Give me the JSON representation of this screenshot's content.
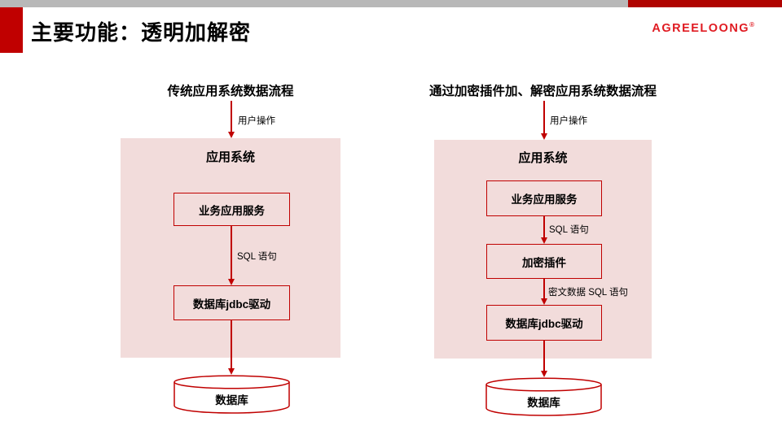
{
  "header": {
    "title": "主要功能：透明加解密",
    "logo_text": "AGREELOONG",
    "logo_mark": "®"
  },
  "colors": {
    "accent_red": "#c00000",
    "panel_pink": "#f2dcdb",
    "top_bar_gray": "#b8b8b8",
    "top_bar_red": "#b00300",
    "logo_red": "#e01b22"
  },
  "diagrams": [
    {
      "title": "传统应用系统数据流程",
      "input_label": "用户操作",
      "container_label": "应用系统",
      "boxes": [
        {
          "label": "业务应用服务"
        },
        {
          "label": "数据库jdbc驱动"
        }
      ],
      "edge_labels": [
        "SQL 语句"
      ],
      "database_label": "数据库"
    },
    {
      "title": "通过加密插件加、解密应用系统数据流程",
      "input_label": "用户操作",
      "container_label": "应用系统",
      "boxes": [
        {
          "label": "业务应用服务"
        },
        {
          "label": "加密插件"
        },
        {
          "label": "数据库jdbc驱动"
        }
      ],
      "edge_labels": [
        "SQL 语句",
        "密文数据 SQL 语句"
      ],
      "database_label": "数据库"
    }
  ]
}
